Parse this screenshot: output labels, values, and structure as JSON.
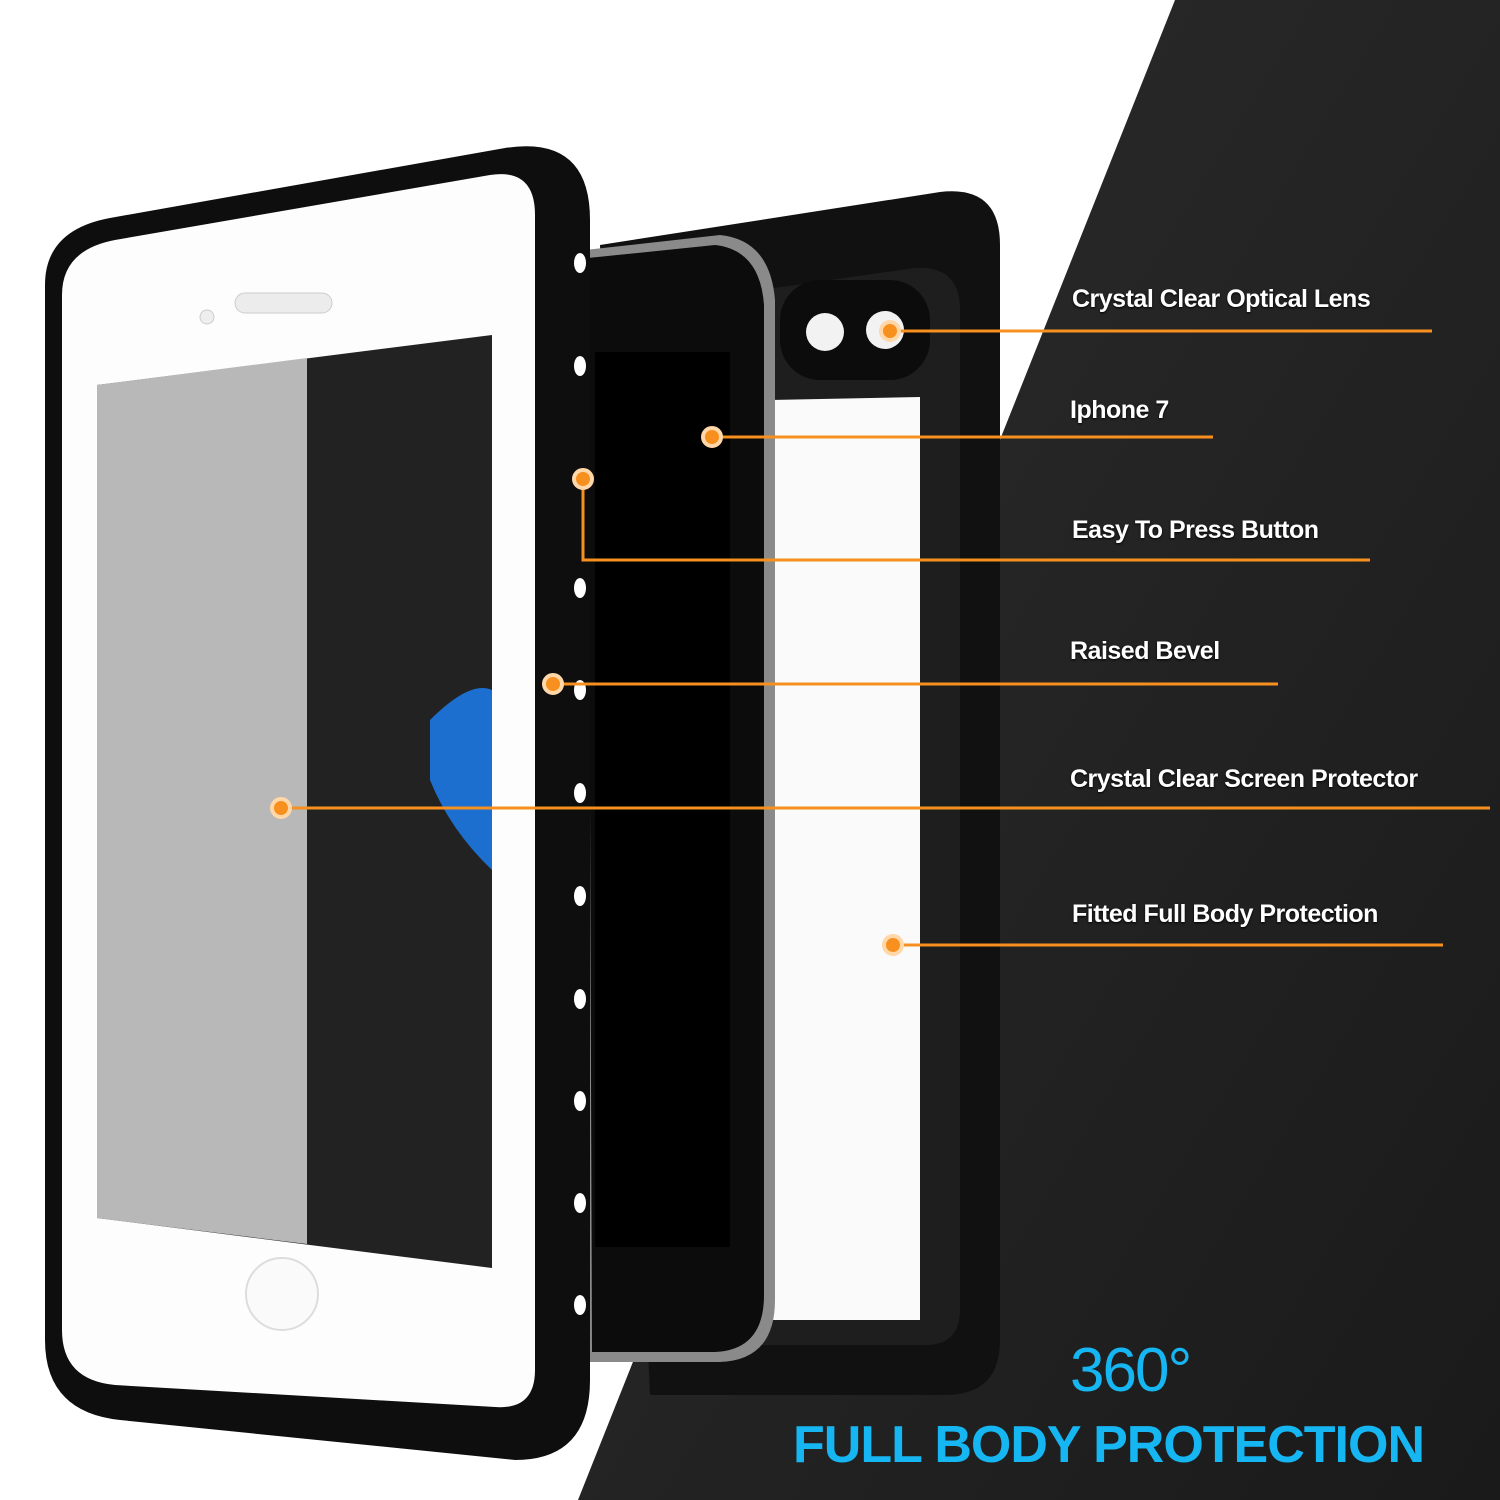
{
  "callouts": [
    {
      "label": "Crystal Clear Optical Lens"
    },
    {
      "label": "Iphone 7"
    },
    {
      "label": "Easy To Press Button"
    },
    {
      "label": "Raised Bevel"
    },
    {
      "label": "Crystal Clear Screen Protector"
    },
    {
      "label": "Fitted Full Body Protection"
    }
  ],
  "headline": {
    "degrees": "360°",
    "title": "FULL BODY PROTECTION"
  },
  "colors": {
    "accent": "#f7901e",
    "headline": "#16b6f2",
    "background_dark": "#222222"
  }
}
